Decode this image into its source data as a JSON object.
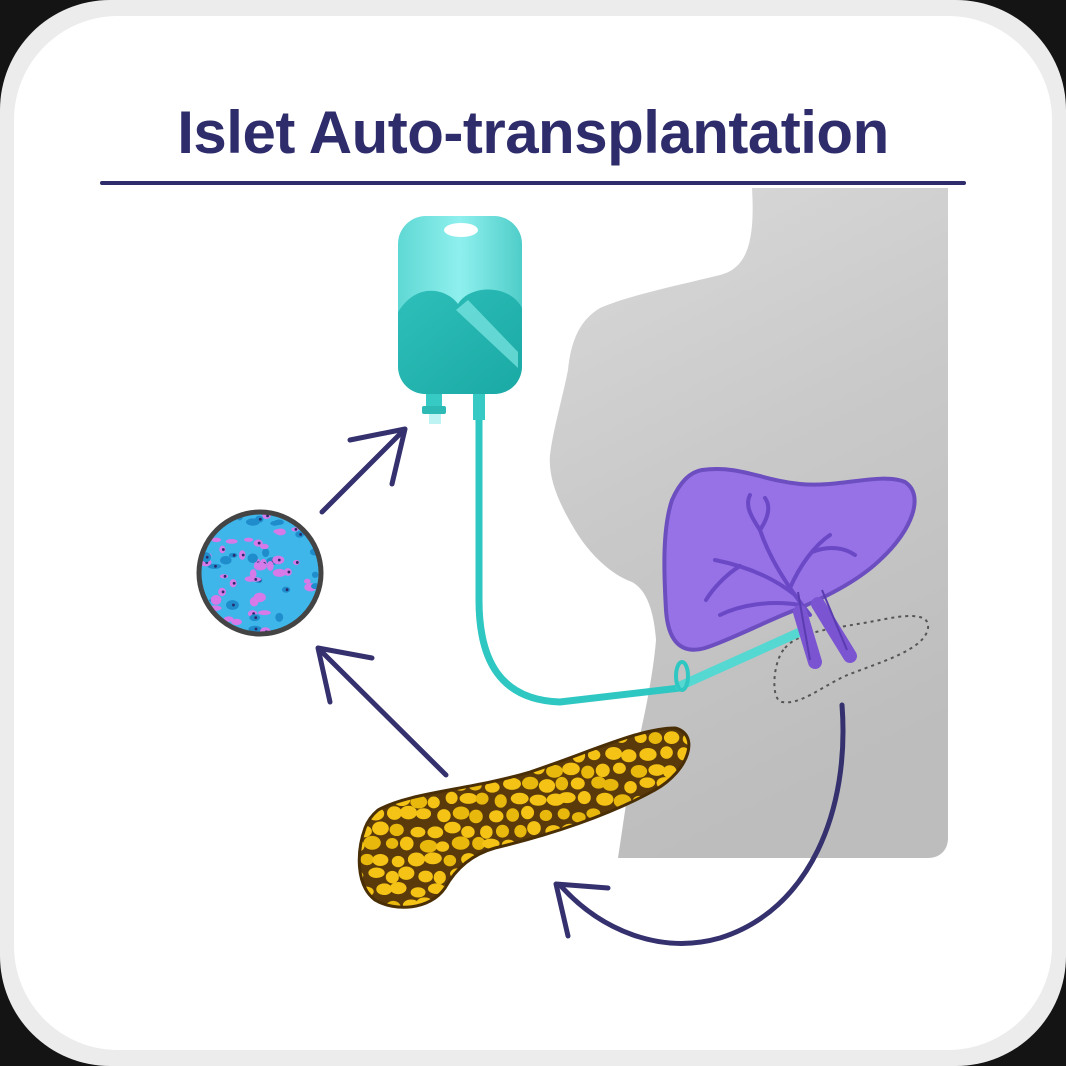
{
  "diagram": {
    "title": "Islet Auto-transplantation",
    "colors": {
      "title": "#2e2c6b",
      "arrows": "#34316e",
      "silhouette": "#c2c2c2",
      "iv_bag": "#6fe0de",
      "tubing": "#2fc7c2",
      "liver": "#9672e6",
      "pancreas": "#f4c316",
      "islet_cells": "#d57ae8",
      "islet_background": "#3fb6ea"
    },
    "elements": [
      {
        "id": "pancreas",
        "icon": "pancreas-icon"
      },
      {
        "id": "islets",
        "icon": "islet-cells-icon"
      },
      {
        "id": "iv_bag",
        "icon": "iv-bag-icon"
      },
      {
        "id": "liver",
        "icon": "liver-icon"
      },
      {
        "id": "body",
        "icon": "human-silhouette-icon"
      }
    ],
    "flow": [
      {
        "from": "body",
        "to": "pancreas"
      },
      {
        "from": "pancreas",
        "to": "islets"
      },
      {
        "from": "islets",
        "to": "iv_bag"
      },
      {
        "from": "iv_bag",
        "to": "liver"
      }
    ]
  }
}
